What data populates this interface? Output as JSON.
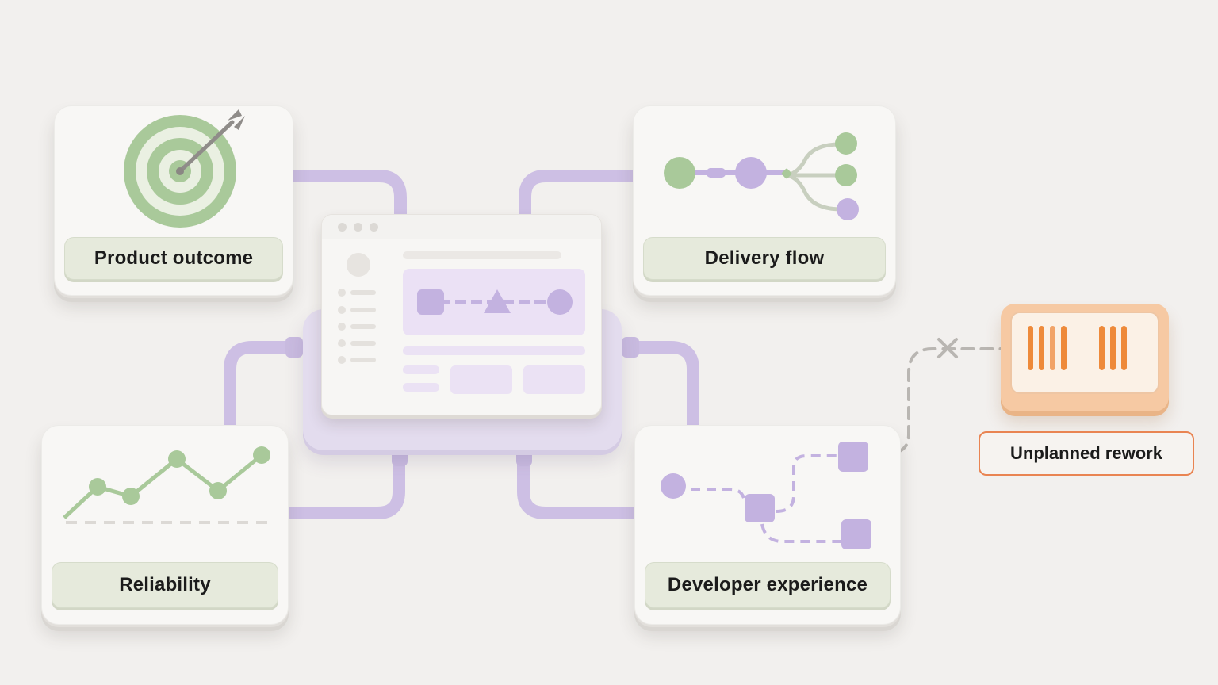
{
  "cards": {
    "product_outcome": "Product outcome",
    "delivery_flow": "Delivery flow",
    "reliability": "Reliability",
    "developer_experience": "Developer experience"
  },
  "callout": {
    "label": "Unplanned rework"
  },
  "icons": {
    "product_outcome": "target-arrow-icon",
    "delivery_flow": "branching-flow-icon",
    "reliability": "line-chart-icon",
    "developer_experience": "dashed-node-path-icon",
    "central": "browser-window-icon",
    "unplanned_rework": "bars-block-icon",
    "disconnect": "x-mark-icon"
  },
  "colors": {
    "background": "#f2f0ee",
    "connector_purple": "#cdbfe4",
    "accent_green": "#a9c99a",
    "accent_purple": "#c3b2e0",
    "accent_orange": "#ee8a3a",
    "label_green": "#e6eadc",
    "rework_border": "#e98452"
  }
}
